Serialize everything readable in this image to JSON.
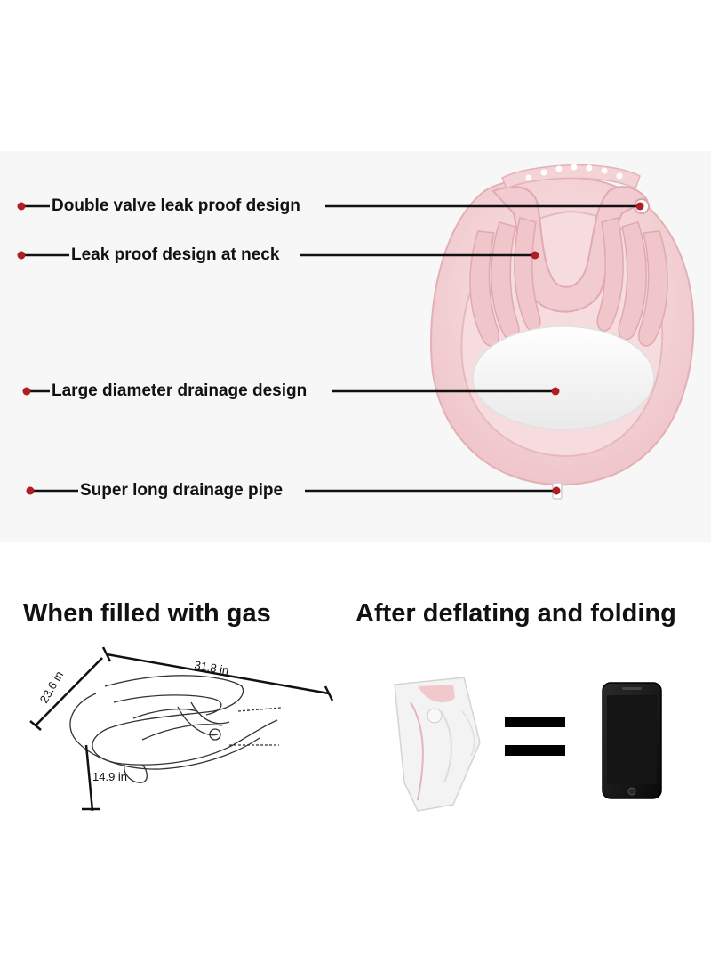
{
  "features": [
    {
      "label": "Double valve leak proof design"
    },
    {
      "label": "Leak proof design at neck"
    },
    {
      "label": "Large diameter drainage design"
    },
    {
      "label": "Super long drainage pipe"
    }
  ],
  "headings": {
    "inflated": "When filled with gas",
    "deflated": "After deflating and folding"
  },
  "dimensions": {
    "length": "31.8 in",
    "width": "23.6 in",
    "height": "14.9 in"
  },
  "colors": {
    "marker": "#b01e23",
    "basin_pink": "#f4d3d6",
    "basin_pink_dark": "#e8b9be",
    "line": "#111111"
  },
  "icons": {
    "equals": "equals-sign-icon",
    "phone": "smartphone-icon"
  }
}
